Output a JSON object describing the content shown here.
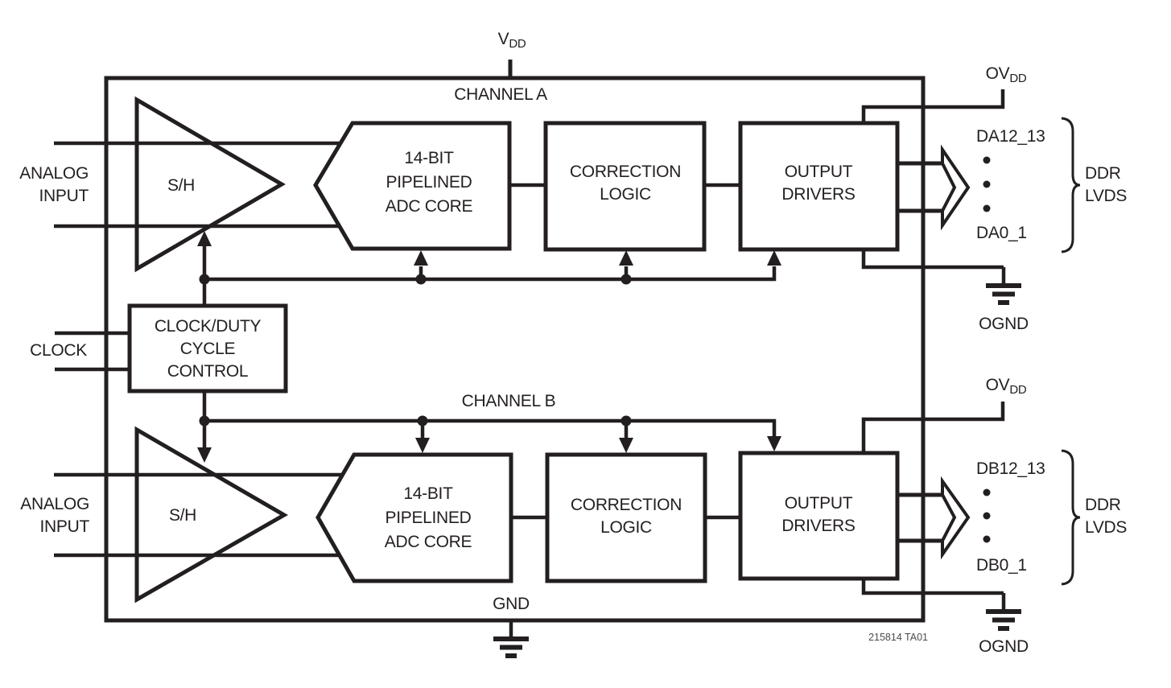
{
  "colors": {
    "ink": "#231f20",
    "background": "#ffffff"
  },
  "power": {
    "vdd_main": "V",
    "vdd_sub": "DD",
    "gnd": "GND"
  },
  "clock": {
    "input_label": "CLOCK",
    "box_lines": [
      "CLOCK/DUTY",
      "CYCLE",
      "CONTROL"
    ]
  },
  "channel_a": {
    "title": "CHANNEL A",
    "analog_input_lines": [
      "ANALOG",
      "INPUT"
    ],
    "sh": "S/H",
    "adc_lines": [
      "14-BIT",
      "PIPELINED",
      "ADC CORE"
    ],
    "correction_lines": [
      "CORRECTION",
      "LOGIC"
    ],
    "output_lines": [
      "OUTPUT",
      "DRIVERS"
    ],
    "ovdd_main": "OV",
    "ovdd_sub": "DD",
    "ognd": "OGND",
    "pin_top": "DA12_13",
    "pin_bottom": "DA0_1",
    "bus_lines": [
      "DDR",
      "LVDS"
    ]
  },
  "channel_b": {
    "title": "CHANNEL B",
    "analog_input_lines": [
      "ANALOG",
      "INPUT"
    ],
    "sh": "S/H",
    "adc_lines": [
      "14-BIT",
      "PIPELINED",
      "ADC CORE"
    ],
    "correction_lines": [
      "CORRECTION",
      "LOGIC"
    ],
    "output_lines": [
      "OUTPUT",
      "DRIVERS"
    ],
    "ovdd_main": "OV",
    "ovdd_sub": "DD",
    "ognd": "OGND",
    "pin_top": "DB12_13",
    "pin_bottom": "DB0_1",
    "bus_lines": [
      "DDR",
      "LVDS"
    ]
  },
  "footer": {
    "part_ref": "215814 TA01"
  }
}
